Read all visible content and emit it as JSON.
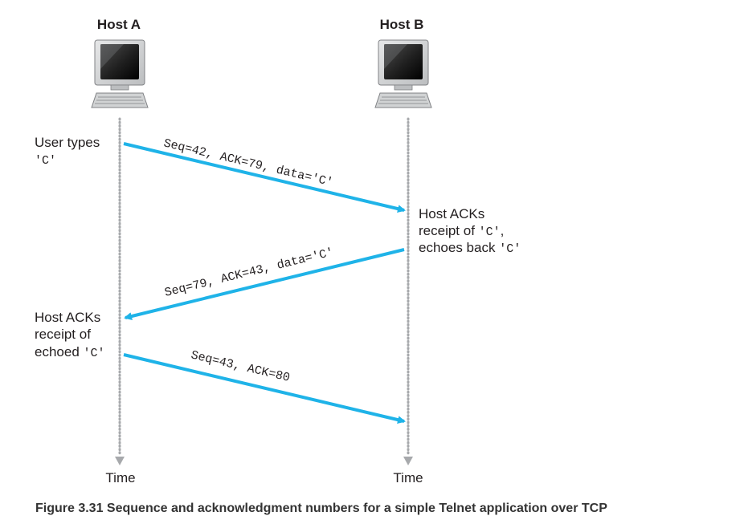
{
  "hosts": {
    "a": {
      "label": "Host A",
      "time_label": "Time"
    },
    "b": {
      "label": "Host B",
      "time_label": "Time"
    }
  },
  "notes": {
    "a_user_types": {
      "line1": "User types",
      "line2_code": "'C'"
    },
    "b_host_acks": {
      "line1": "Host ACKs",
      "line2_text": "receipt of ",
      "line2_code": "'C'",
      "line2_tail": ",",
      "line3_text": "echoes back ",
      "line3_code": "'C'"
    },
    "a_host_acks": {
      "line1": "Host ACKs",
      "line2": "receipt of",
      "line3_text": "echoed ",
      "line3_code": "'C'"
    }
  },
  "segments": [
    {
      "label": "Seq=42, ACK=79, data='C'",
      "from": "Host A",
      "to": "Host B"
    },
    {
      "label": "Seq=79, ACK=43, data='C'",
      "from": "Host B",
      "to": "Host A"
    },
    {
      "label": "Seq=43, ACK=80",
      "from": "Host A",
      "to": "Host B"
    }
  ],
  "caption": "Figure 3.31 Sequence and acknowledgment numbers for a simple Telnet application over TCP",
  "colors": {
    "arrow": "#1fb3e8",
    "timeline": "#a7a9ac",
    "text": "#231f20"
  }
}
